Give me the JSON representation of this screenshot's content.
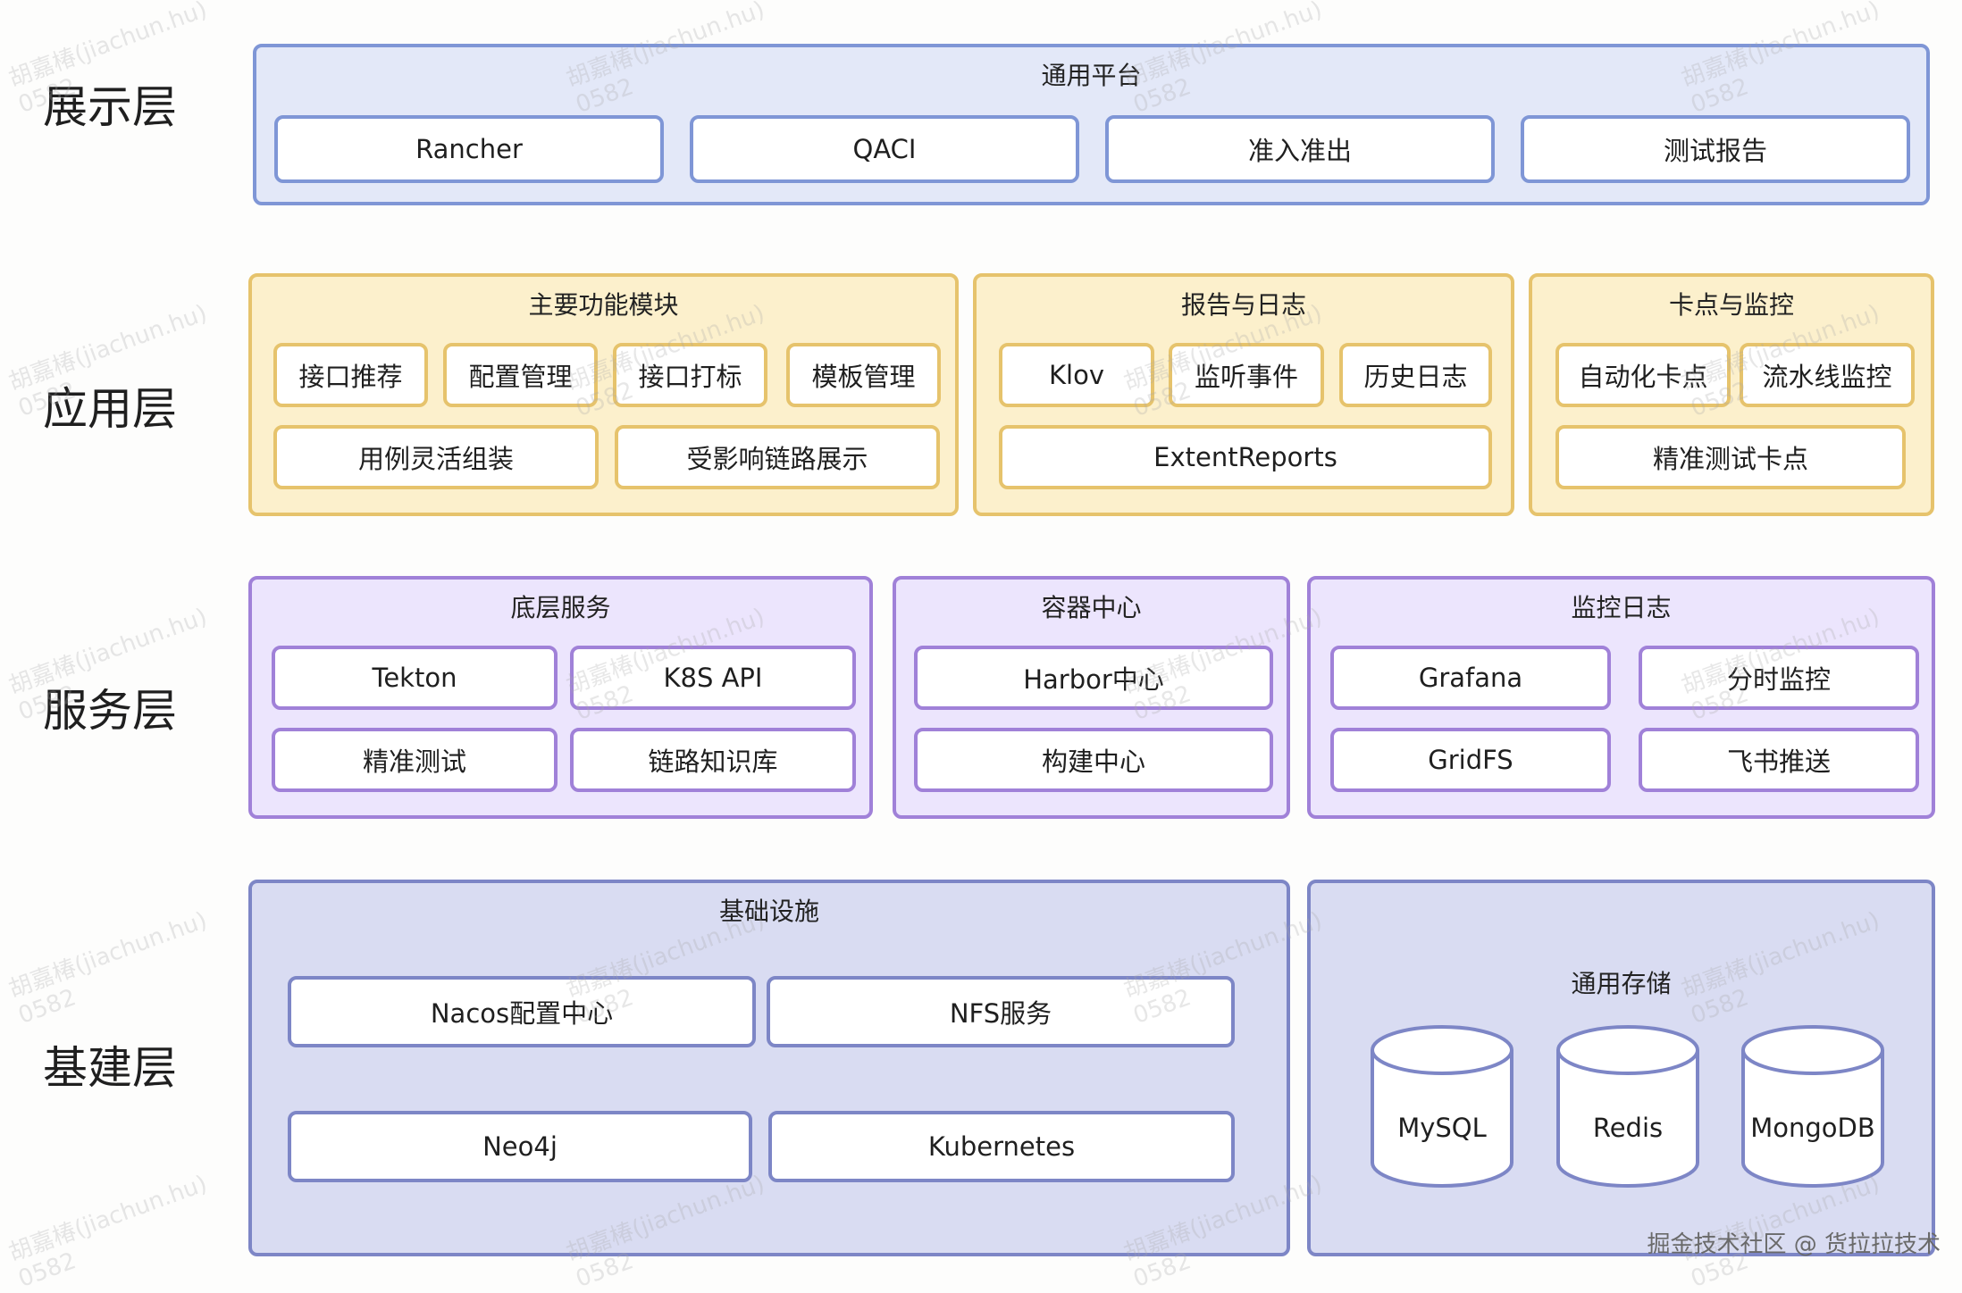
{
  "layers": {
    "presentation": "展示层",
    "application": "应用层",
    "service": "服务层",
    "infrastructure": "基建层"
  },
  "presentation": {
    "title": "通用平台",
    "items": [
      "Rancher",
      "QACI",
      "准入准出",
      "测试报告"
    ]
  },
  "application": {
    "main_modules": {
      "title": "主要功能模块",
      "items": [
        "接口推荐",
        "配置管理",
        "接口打标",
        "模板管理",
        "用例灵活组装",
        "受影响链路展示"
      ]
    },
    "report_log": {
      "title": "报告与日志",
      "items": [
        "Klov",
        "监听事件",
        "历史日志",
        "ExtentReports"
      ]
    },
    "gate_monitor": {
      "title": "卡点与监控",
      "items": [
        "自动化卡点",
        "流水线监控",
        "精准测试卡点"
      ]
    }
  },
  "service": {
    "base": {
      "title": "底层服务",
      "items": [
        "Tekton",
        "K8S API",
        "精准测试",
        "链路知识库"
      ]
    },
    "container": {
      "title": "容器中心",
      "items": [
        "Harbor中心",
        "构建中心"
      ]
    },
    "monitor_log": {
      "title": "监控日志",
      "items": [
        "Grafana",
        "分时监控",
        "GridFS",
        "飞书推送"
      ]
    }
  },
  "infrastructure": {
    "facilities": {
      "title": "基础设施",
      "items": [
        "Nacos配置中心",
        "NFS服务",
        "Neo4j",
        "Kubernetes"
      ]
    },
    "storage": {
      "title": "通用存储",
      "items": [
        "MySQL",
        "Redis",
        "MongoDB"
      ]
    }
  },
  "watermark": {
    "line1": "胡嘉椿(jiachun.hu)",
    "line2": "0582"
  },
  "credit": "掘金技术社区 @ 货拉拉技术",
  "colors": {
    "presentation_fill": "#e3e8f8",
    "presentation_border": "#7f96d6",
    "application_fill": "#fcf0cc",
    "application_border": "#e6c36c",
    "service_fill": "#ece5fd",
    "service_border": "#a081d8",
    "infrastructure_fill": "#d9dcf2",
    "infrastructure_border": "#7d86c6"
  }
}
